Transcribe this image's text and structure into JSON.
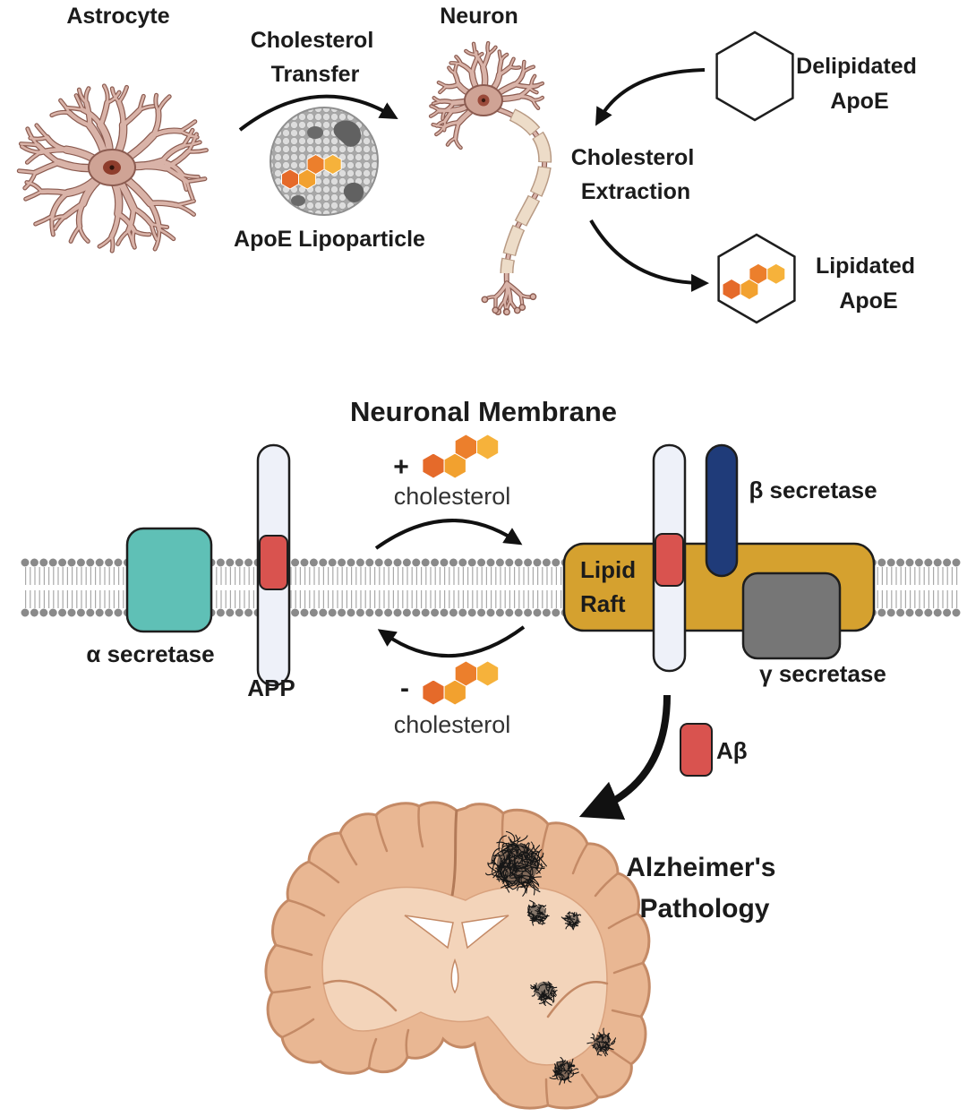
{
  "diagram": {
    "astrocyte": "Astrocyte",
    "neuron": "Neuron",
    "cholesterol_transfer": [
      "Cholesterol",
      "Transfer"
    ],
    "apoe_lipoparticle": "ApoE Lipoparticle",
    "delipidated_apoe": [
      "Delipidated",
      "ApoE"
    ],
    "cholesterol_extraction": [
      "Cholesterol",
      "Extraction"
    ],
    "lipidated_apoe": [
      "Lipidated",
      "ApoE"
    ]
  },
  "membrane": {
    "title": "Neuronal Membrane",
    "plus_sign": "+",
    "plus_cholesterol": "cholesterol",
    "minus_sign": "-",
    "minus_cholesterol": "cholesterol",
    "alpha_secretase": "α secretase",
    "app": "APP",
    "lipid_raft": [
      "Lipid",
      "Raft"
    ],
    "beta_secretase": "β secretase",
    "gamma_secretase": "γ secretase",
    "abeta": "Aβ"
  },
  "pathology": {
    "alzheimers": [
      "Alzheimer's",
      "Pathology"
    ]
  },
  "colors": {
    "alpha_secretase": "#5fc0b6",
    "beta_secretase": "#1f3b79",
    "gamma_secretase": "#767676",
    "lipid_raft": "#d5a12f",
    "app": "#eef1f9",
    "abeta": "#d9534f",
    "cell": "#d9b3a8",
    "brain": "#e9b793"
  }
}
